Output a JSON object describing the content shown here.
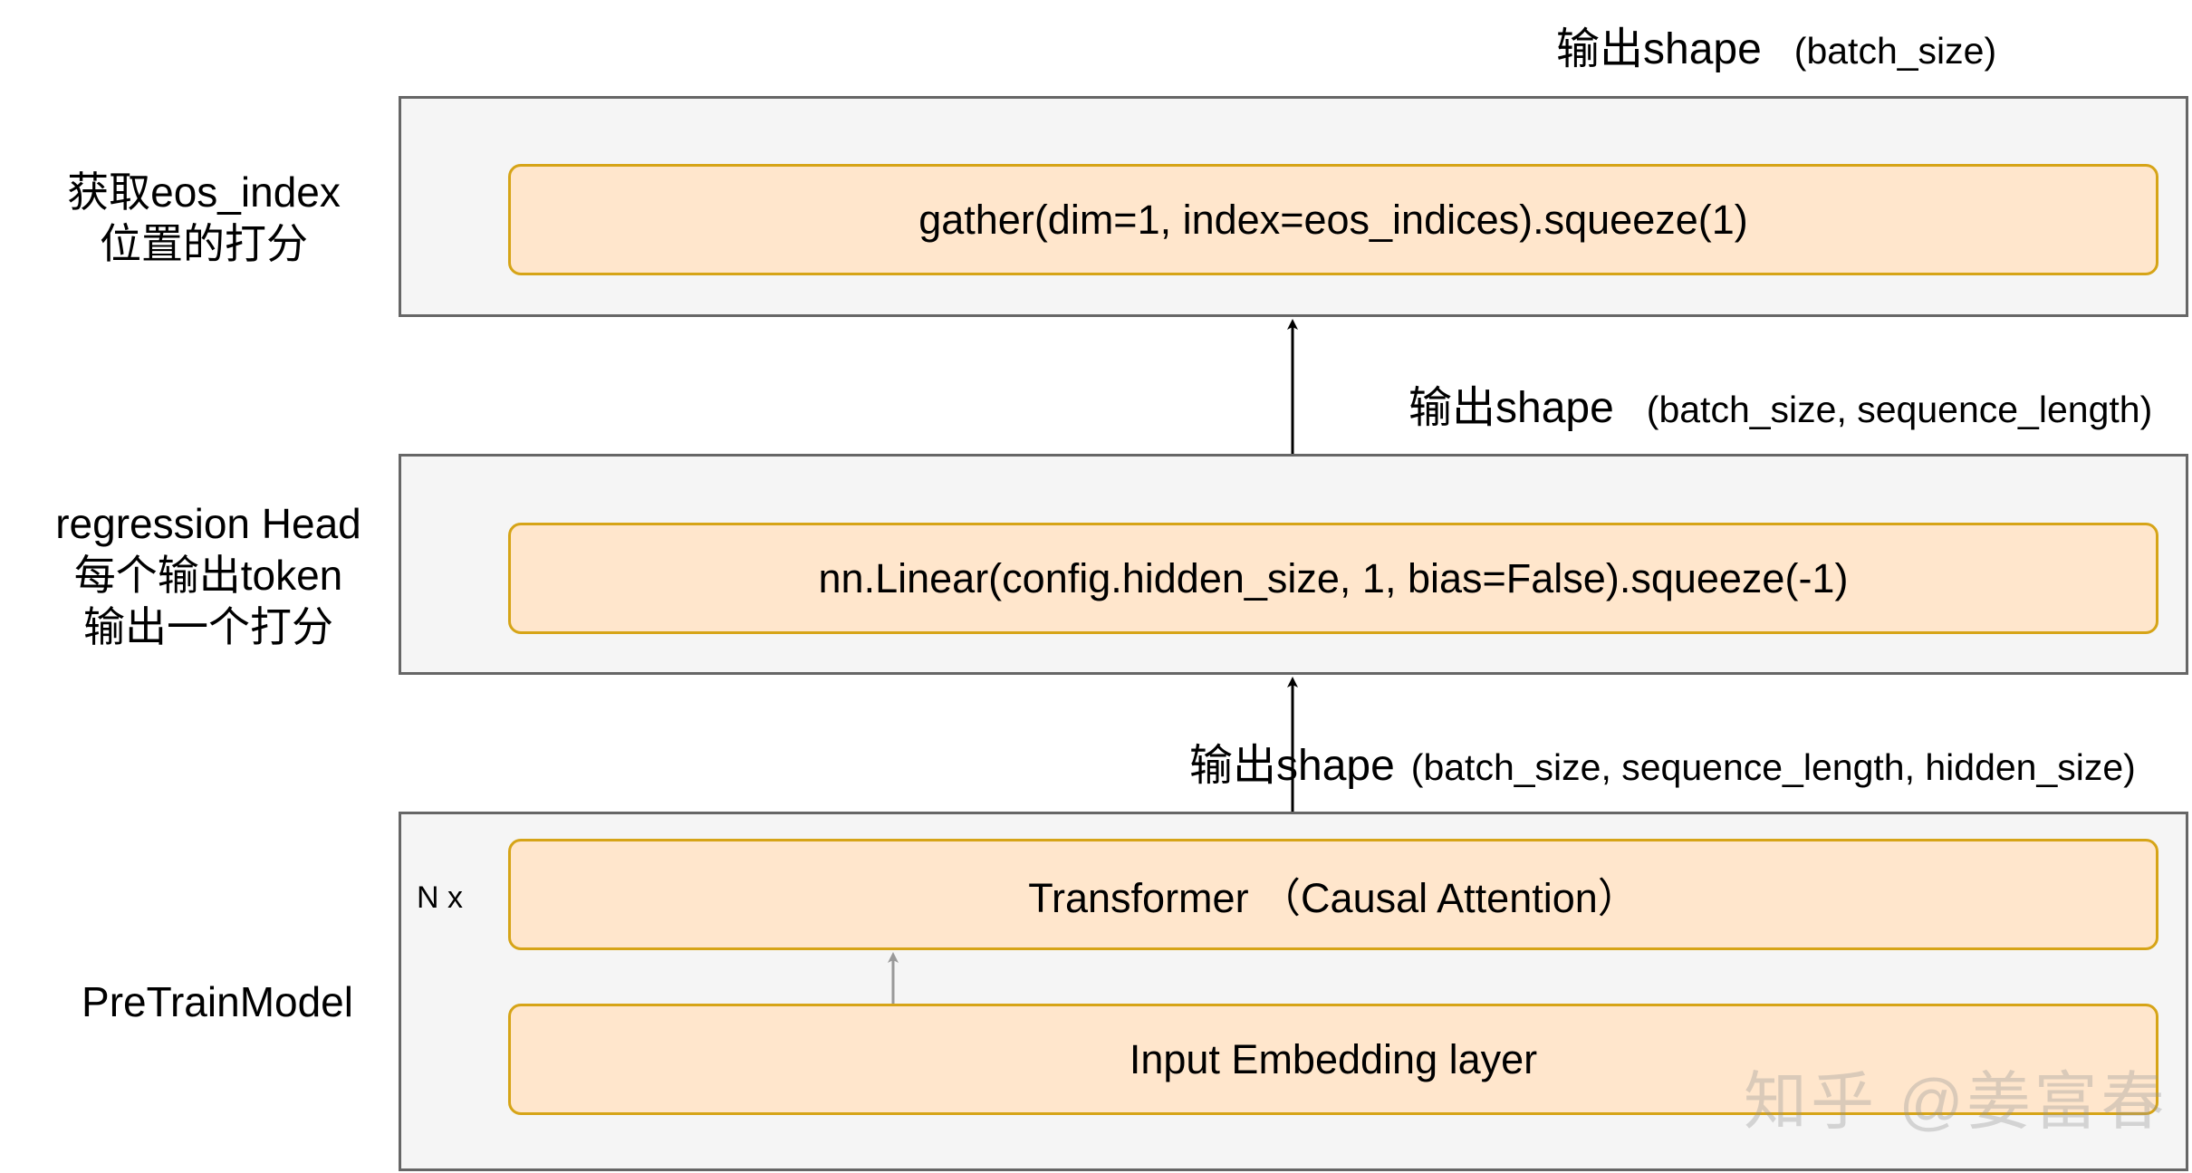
{
  "top_output": {
    "label": "输出shape",
    "dims": "(batch_size)"
  },
  "gather_section": {
    "side_label_lines": [
      "获取eos_index",
      "位置的打分"
    ],
    "block": "gather(dim=1, index=eos_indices).squeeze(1)"
  },
  "middle_output": {
    "label": "输出shape",
    "dims": "(batch_size, sequence_length)"
  },
  "regression_section": {
    "side_label_lines": [
      "regression Head",
      "每个输出token",
      "输出一个打分"
    ],
    "block": "nn.Linear(config.hidden_size, 1, bias=False).squeeze(-1)"
  },
  "bottom_output": {
    "label": "输出shape",
    "dims": "(batch_size, sequence_length, hidden_size)"
  },
  "pretrain_section": {
    "side_label": "PreTrainModel",
    "repeat_marker": "N x",
    "transformer_block": "Transformer （Causal Attention）",
    "embedding_block": "Input Embedding layer"
  },
  "watermark": "知乎 @姜富春",
  "colors": {
    "group_fill": "#f5f5f5",
    "group_border": "#666666",
    "block_fill": "#ffe6cc",
    "block_border": "#d6a417",
    "arrow_main": "#000000",
    "arrow_inner": "#999999"
  }
}
